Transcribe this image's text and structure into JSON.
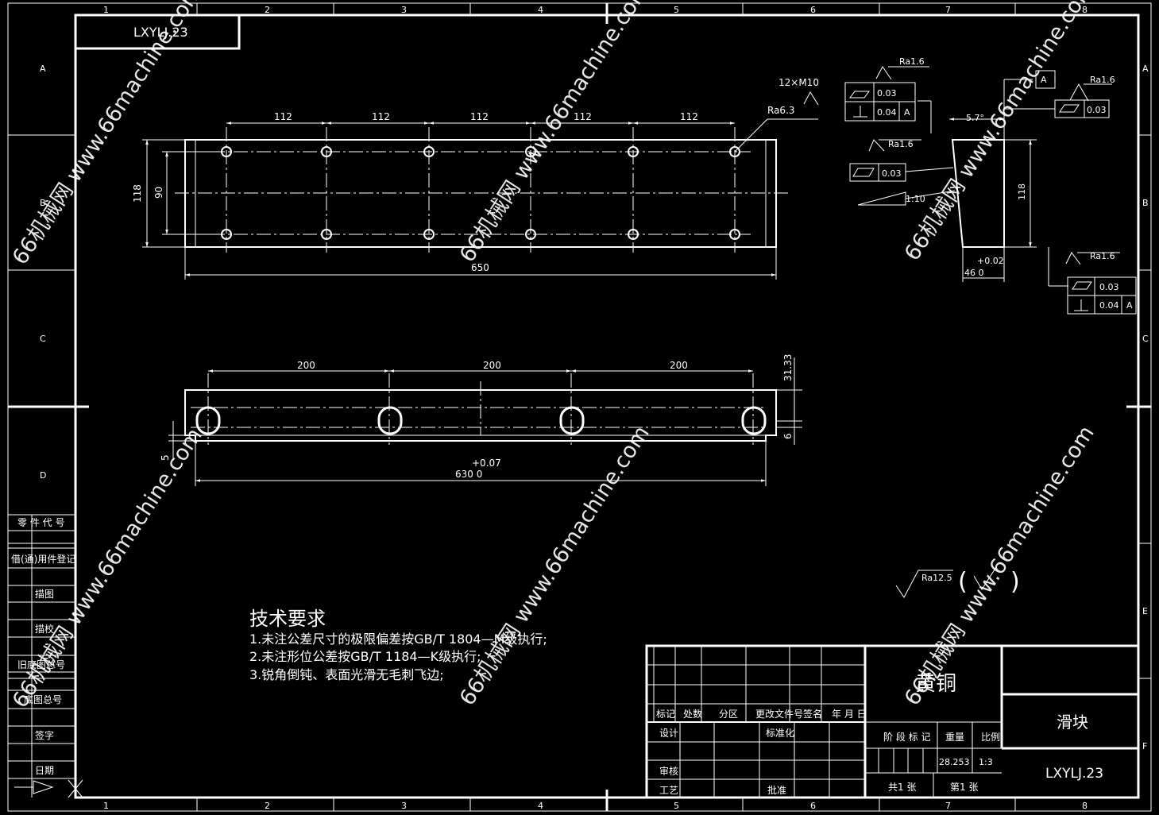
{
  "drawing_code_top": "LXYLJ.23",
  "zone_cols": [
    "1",
    "2",
    "3",
    "4",
    "5",
    "6",
    "7",
    "8"
  ],
  "zone_rows": [
    "A",
    "B",
    "C",
    "D",
    "E",
    "F"
  ],
  "top_view": {
    "dim_pitch": [
      "112",
      "112",
      "112",
      "112",
      "112"
    ],
    "dim_overall_length": "650",
    "dim_height": "118",
    "dim_hole_spacing": "90",
    "hole_callout": "12×M10",
    "roughness": "Ra6.3"
  },
  "front_view": {
    "dim_pitch": [
      "200",
      "200",
      "200"
    ],
    "dim_length_upper": "+0.07",
    "dim_length_main": "630  0",
    "dim_right_top": "31.33",
    "dim_right_bottom": "6",
    "dim_left_bottom": "5"
  },
  "section_view": {
    "angle": "5.7°",
    "dim_height": "118",
    "dim_width_upper": "+0.02",
    "dim_width_main": "46  0",
    "datum": "A",
    "slope": "1:10",
    "roughness_1": "Ra1.6",
    "roughness_2": "Ra1.6",
    "roughness_3": "Ra1.6",
    "roughness_4": "Ra1.6",
    "tol_flat_1": "0.03",
    "tol_perp_1": "0.04",
    "tol_ref_1": "A",
    "tol_flat_2": "0.03",
    "tol_flat_3": "0.03",
    "tol_flat_4": "0.03",
    "tol_perp_4": "0.04",
    "tol_ref_4": "A"
  },
  "general_roughness": "Ra12.5",
  "tech_req": {
    "title": "技术要求",
    "lines": [
      "1.未注公差尺寸的极限偏差按GB/T 1804—M级执行;",
      "2.未注形位公差按GB/T 1184—K级执行;",
      "3.锐角倒钝、表面光滑无毛刺飞边;"
    ]
  },
  "left_strip": [
    "零 件 代 号",
    "借(通)用件登记",
    "描图",
    "描校",
    "旧底图总号",
    "底图总号",
    "签字",
    "日期"
  ],
  "title_block": {
    "material": "黄铜",
    "part_name": "滑块",
    "drawing_no": "LXYLJ.23",
    "rev_headers": [
      "标记",
      "处数",
      "分区",
      "更改文件号",
      "签名",
      "年 月 日"
    ],
    "row_labels": [
      "设计",
      "标准化",
      "审核",
      "工艺",
      "批准"
    ],
    "stage_label": "阶 段 标 记",
    "weight_label": "重量",
    "scale_label": "比例",
    "weight": "28.253",
    "scale": "1:3",
    "sheets_total": "共1 张",
    "sheet_no": "第1 张"
  },
  "watermark": "66机械网 www.66machine.com"
}
